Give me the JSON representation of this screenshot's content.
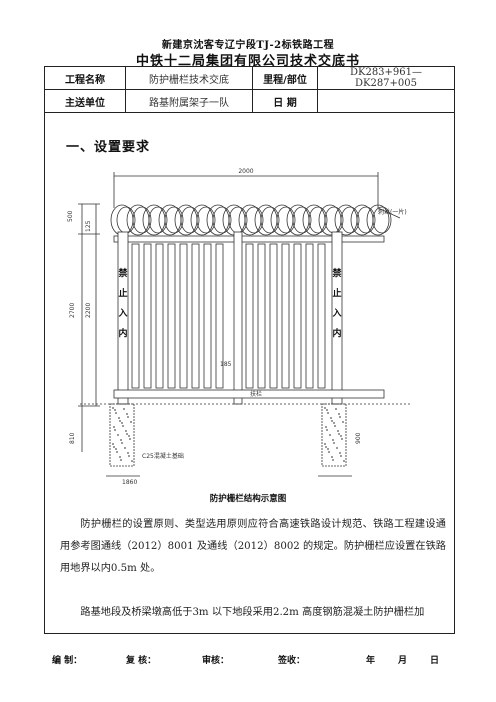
{
  "doc": {
    "project_title": "新建京沈客专辽宁段TJ-2标铁路工程",
    "company_title": "中铁十二局集团有限公司技术交底书"
  },
  "info": {
    "project_name_label": "工程名称",
    "project_name_value": "防护栅栏技术交底",
    "mileage_label": "里程/部位",
    "mileage_value": "DK283+961—DK287+005",
    "unit_label": "主送单位",
    "unit_value": "路基附属架子一队",
    "date_label": "日  期",
    "date_value": ""
  },
  "section": {
    "title": "一、设置要求"
  },
  "figure": {
    "caption": "防护栅栏结构示意图",
    "dim_top": "2000",
    "dim_bottom": "1860",
    "dim_left_total": "2700",
    "dim_left_upper": "500",
    "dim_left_mid": "2200",
    "dim_base_left": "810",
    "dim_base_right": "900",
    "dim_small": "125",
    "dim_mid_label": "185",
    "note_top": "刺丝(一片)",
    "note_concrete": "C25混凝土基础",
    "sign_left": [
      "禁",
      "止",
      "入",
      "内"
    ],
    "sign_right": [
      "禁",
      "止",
      "入",
      "内"
    ],
    "bar_label": "扶栏"
  },
  "paragraphs": [
    "防护栅栏的设置原则、类型选用原则应符合高速铁路设计规范、铁路工程建设通用参考图通线（2012）8001 及通线（2012）8002 的规定。防护栅栏应设置在铁路用地界以内0.5m 处。",
    "路基地段及桥梁墩高低于3m 以下地段采用2.2m 高度钢筋混凝土防护栅栏加"
  ],
  "footer": {
    "compile": "编 制：",
    "review": "复 核：",
    "audit": "审核：",
    "sign": "签收：",
    "year": "年",
    "month": "月",
    "day": "日"
  }
}
